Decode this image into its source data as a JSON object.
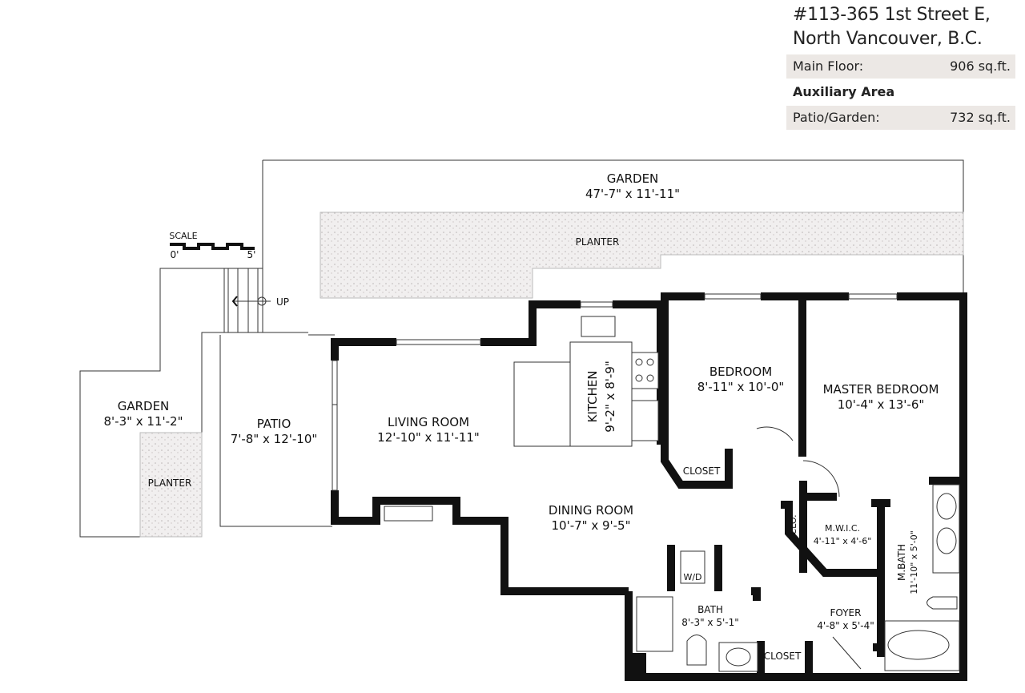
{
  "header": {
    "address_line1": "#113-365 1st Street E,",
    "address_line2": "North Vancouver, B.C.",
    "main_floor_label": "Main Floor:",
    "main_floor_value": "906 sq.ft.",
    "auxiliary_heading": "Auxiliary Area",
    "patio_garden_label": "Patio/Garden:",
    "patio_garden_value": "732 sq.ft."
  },
  "scale": {
    "label": "SCALE",
    "start": "0'",
    "end": "5'"
  },
  "stairs": {
    "label": "UP"
  },
  "rooms": {
    "garden_top": {
      "name": "GARDEN",
      "dims": "47'-7\" x 11'-11\""
    },
    "planter_top": {
      "name": "PLANTER"
    },
    "garden_left": {
      "name": "GARDEN",
      "dims": "8'-3\" x 11'-2\""
    },
    "planter_left": {
      "name": "PLANTER"
    },
    "patio": {
      "name": "PATIO",
      "dims": "7'-8\" x 12'-10\""
    },
    "living": {
      "name": "LIVING ROOM",
      "dims": "12'-10\" x 11'-11\""
    },
    "kitchen": {
      "name": "KITCHEN",
      "dims": "9'-2\" x 8'-9\""
    },
    "bedroom": {
      "name": "BEDROOM",
      "dims": "8'-11\" x 10'-0\""
    },
    "closet_bedroom": {
      "name": "CLOSET"
    },
    "master": {
      "name": "MASTER BEDROOM",
      "dims": "10'-4\" x 13'-6\""
    },
    "dining": {
      "name": "DINING ROOM",
      "dims": "10'-7\" x 9'-5\""
    },
    "clo": {
      "name": "CLO."
    },
    "mwic": {
      "name": "M.W.I.C.",
      "dims": "4'-11\" x 4'-6\""
    },
    "mbath": {
      "name": "M.BATH",
      "dims": "11'-10\" x 5'-0\""
    },
    "wd": {
      "name": "W/D"
    },
    "bath": {
      "name": "BATH",
      "dims": "8'-3\" x 5'-1\""
    },
    "foyer": {
      "name": "FOYER",
      "dims": "4'-8\" x 5'-4\""
    },
    "closet_foyer": {
      "name": "CLOSET"
    }
  }
}
